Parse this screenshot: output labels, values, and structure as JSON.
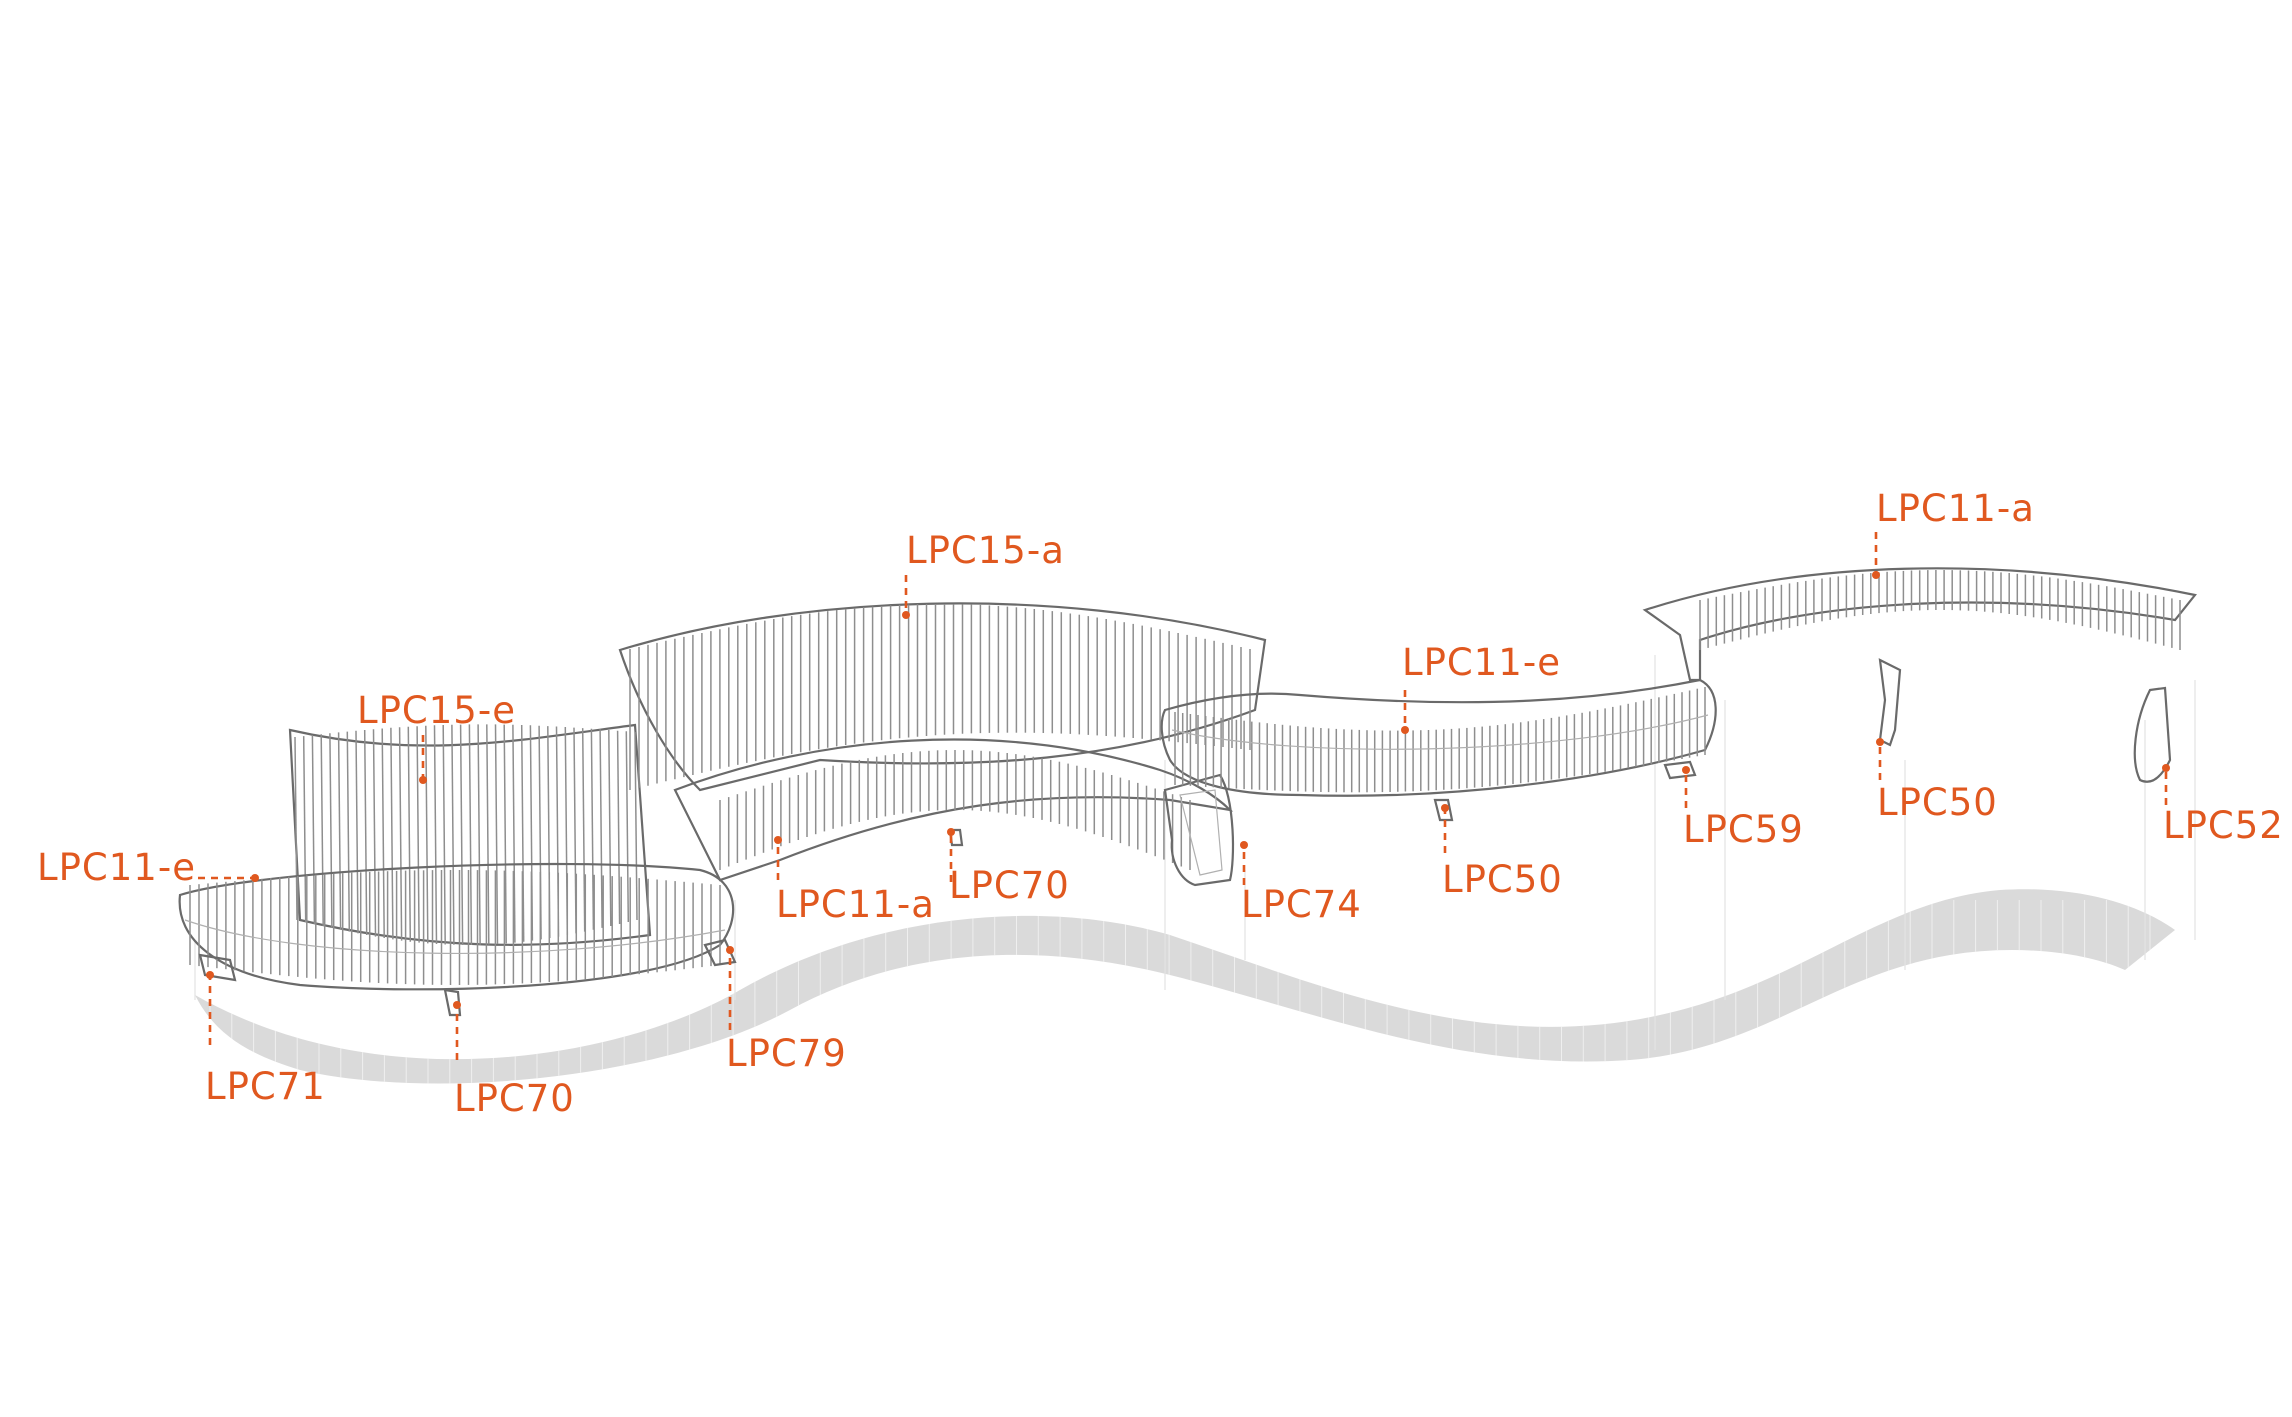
{
  "colors": {
    "accent": "#e0581f",
    "shadow": "#dadada",
    "line": "#6a6a6a",
    "background": "#ffffff"
  },
  "labels": [
    {
      "id": "lpc15-a",
      "text": "LPC15-a"
    },
    {
      "id": "lpc11-a-top",
      "text": "LPC11-a"
    },
    {
      "id": "lpc15-e",
      "text": "LPC15-e"
    },
    {
      "id": "lpc11-e-mid",
      "text": "LPC11-e"
    },
    {
      "id": "lpc11-e-left",
      "text": "LPC11-e"
    },
    {
      "id": "lpc11-a-mid",
      "text": "LPC11-a"
    },
    {
      "id": "lpc70-mid",
      "text": "LPC70"
    },
    {
      "id": "lpc74",
      "text": "LPC74"
    },
    {
      "id": "lpc50-mid",
      "text": "LPC50"
    },
    {
      "id": "lpc59",
      "text": "LPC59"
    },
    {
      "id": "lpc50-right",
      "text": "LPC50"
    },
    {
      "id": "lpc52",
      "text": "LPC52"
    },
    {
      "id": "lpc71",
      "text": "LPC71"
    },
    {
      "id": "lpc70-left",
      "text": "LPC70"
    },
    {
      "id": "lpc79",
      "text": "LPC79"
    }
  ]
}
